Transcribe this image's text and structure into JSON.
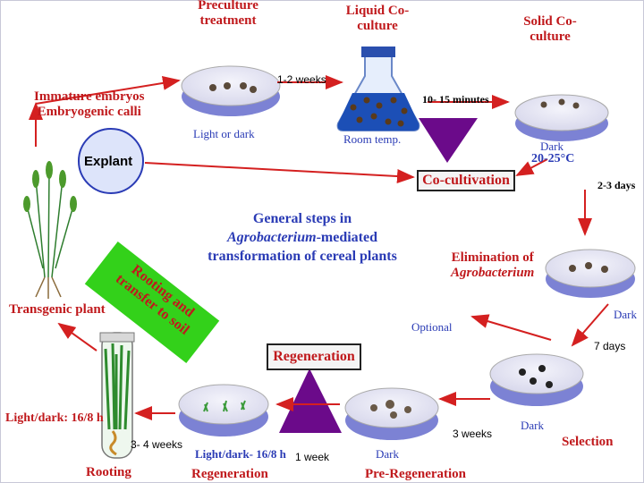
{
  "labels": {
    "preculture": "Preculture treatment",
    "liquid": "Liquid Co-culture",
    "solid": "Solid Co-culture",
    "immature": "Immature embryos",
    "embryogenic": "Embryogenic calli",
    "light_or_dark": "Light or dark",
    "room_temp": "Room temp.",
    "dark1": "Dark",
    "temp": "20-25°C",
    "cocultivation": "Co-cultivation",
    "two_three_days": "2-3 days",
    "ten_fifteen": "10- 15 minutes",
    "one_two_weeks": "1-2 weeks",
    "explant": "Explant",
    "transgenic": "Transgenic plant",
    "rooting_transfer": "Rooting and transfer to soil",
    "title_line1": "General steps in",
    "title_agro": "Agrobacterium",
    "title_line2_rest": "-mediated",
    "title_line3": "transformation of cereal plants",
    "elimination": "Elimination of",
    "elimination_agro": "Agrobacterium",
    "dark2": "Dark",
    "optional": "Optional",
    "seven_days": "7 days",
    "regeneration_box": "Regeneration",
    "selection": "Selection",
    "dark3": "Dark",
    "three_weeks": "3 weeks",
    "light_dark_168": "Light/dark: 16/8 h",
    "three_four_weeks": "3- 4 weeks",
    "rooting": "Rooting",
    "light_dark_168b": "Light/dark- 16/8 h",
    "one_week": "1 week",
    "regeneration": "Regeneration",
    "dark4": "Dark",
    "preregeneration": "Pre-Regeneration"
  },
  "colors": {
    "red": "#c0191c",
    "blue": "#2a3bb5",
    "triangle": "#6b0a8a",
    "dish": "#9aa0e0"
  }
}
